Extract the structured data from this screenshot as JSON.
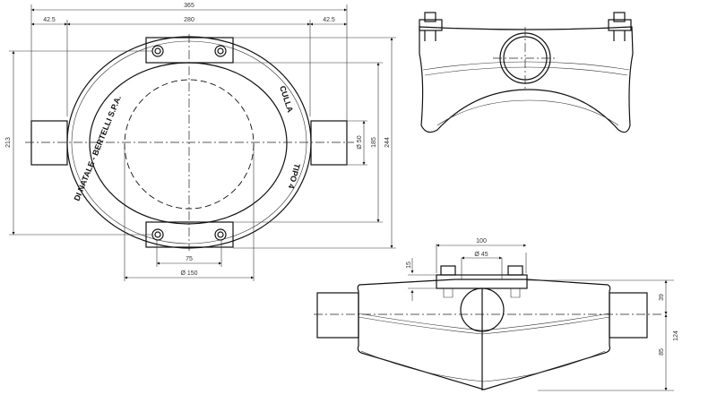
{
  "top_view": {
    "dims": {
      "overall_width": "365",
      "pipe_left": "42.5",
      "body_width": "280",
      "pipe_right": "42.5",
      "bolt_span_height": "213",
      "overall_height": "244",
      "inner_height": "185",
      "pipe_diameter": "Ø 50",
      "bolt_spacing": "75",
      "bore_diameter": "Ø 150"
    },
    "markings": {
      "maker": "DI NATALE - BERTELLI S.P.A.",
      "product": "CULLA",
      "type": "TIPO 4"
    }
  },
  "front_view": {
    "dims": {
      "clamp_width": "100",
      "hole_diameter": "Ø 45",
      "clamp_thickness": "15",
      "upper_height": "39",
      "lower_height": "85",
      "total_height": "124"
    }
  }
}
